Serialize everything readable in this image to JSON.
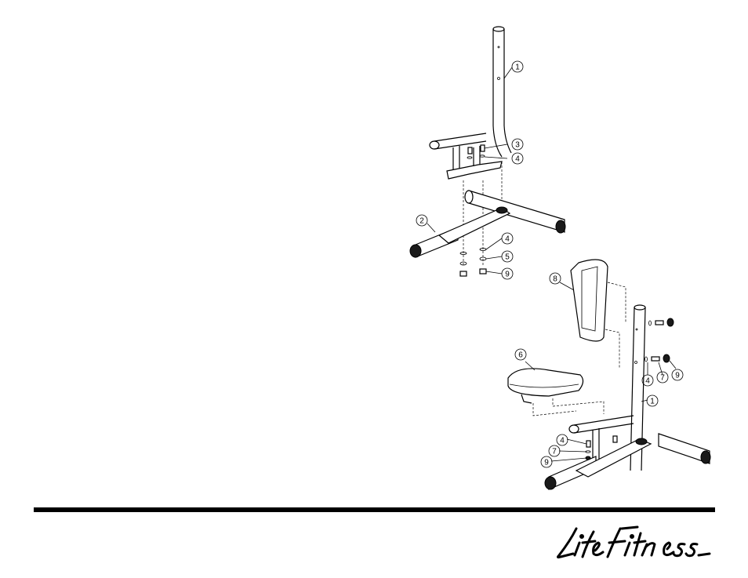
{
  "brand": "Life Fitness",
  "callouts": {
    "top_1": "1",
    "top_2": "2",
    "top_3": "3",
    "top_4a": "4",
    "top_4b": "4",
    "top_5": "5",
    "top_9": "9",
    "bottom_8": "8",
    "bottom_6": "6",
    "bottom_4a": "4",
    "bottom_7a": "7",
    "bottom_9a": "9",
    "bottom_1": "1",
    "bottom_4b": "4",
    "bottom_7b": "7",
    "bottom_9b": "9"
  }
}
